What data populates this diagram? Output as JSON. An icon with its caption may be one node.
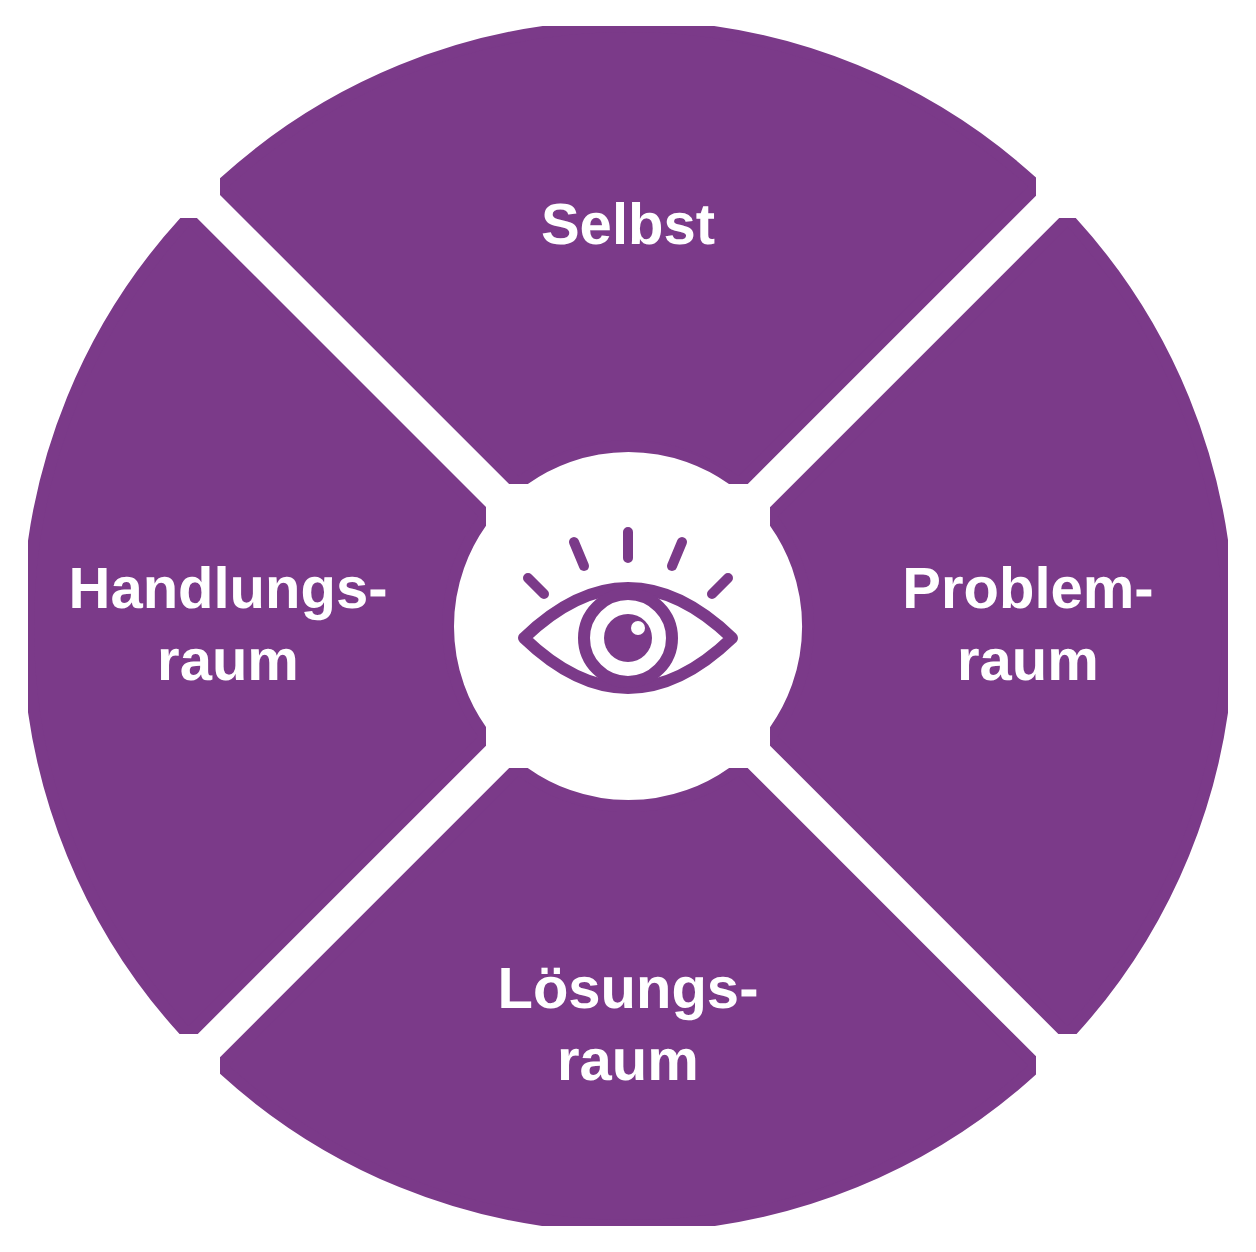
{
  "diagram": {
    "nodes": [
      {
        "text": [
          "Selbst"
        ]
      },
      {
        "text": [
          "Handlungs- raum"
        ]
      },
      {
        "text": [
          "Problem- raum"
        ]
      },
      {
        "text": [
          "Lösungs- raum"
        ]
      }
    ]
  }
}
